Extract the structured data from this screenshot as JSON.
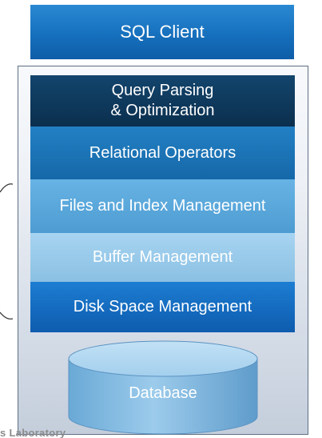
{
  "sql_client": {
    "label": "SQL Client"
  },
  "layers": [
    {
      "line1": "Query Parsing",
      "line2": "& Optimization"
    },
    {
      "label": "Relational Operators"
    },
    {
      "label": "Files and Index Management"
    },
    {
      "label": "Buffer Management"
    },
    {
      "label": "Disk Space Management"
    }
  ],
  "database": {
    "label": "Database"
  },
  "footer": {
    "fragment": "s Laboratory"
  },
  "colors": {
    "sql_client": "#1a73c2",
    "query_parsing": "#0f3b5f",
    "relational_operators": "#1b74b8",
    "files_index": "#5aa8dc",
    "buffer": "#9ccbec",
    "disk_space": "#136bc0",
    "database": "#8fc3e8"
  }
}
